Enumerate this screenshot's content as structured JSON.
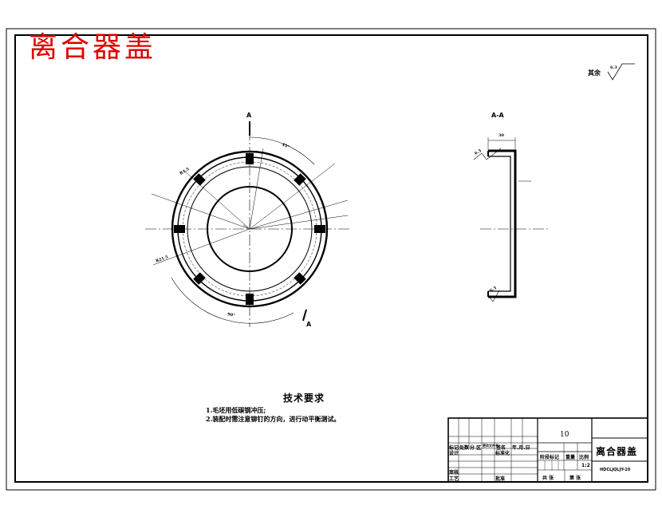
{
  "drawing": {
    "title": "离合器盖",
    "section_mark": "A",
    "section_view_label": "A-A",
    "roughness": {
      "label": "其余",
      "value": "6.3"
    },
    "dimensions": {
      "top_angle": "45°",
      "bottom_angle": "90°",
      "ring_ref_1": "R4.5",
      "ring_ref_2": "R21.5",
      "section_width": "30",
      "section_roughness_top": "6.3",
      "section_roughness_bottom": "6.3"
    }
  },
  "technical_requirements": {
    "heading": "技术要求",
    "items": [
      "1.毛坯用低碳钢冲压;",
      "2.装配时需注意铆钉的方向，进行动平衡测试。"
    ]
  },
  "title_block": {
    "part_number": "10",
    "part_name": "离合器盖",
    "scale": "1:2",
    "drawing_code": "HDCLJQLJY-10",
    "labels": {
      "row_change": [
        "标记",
        "处数",
        "分 区",
        "更改文件号",
        "签名",
        "年.月.日"
      ],
      "design": "设计",
      "standardize": "标准化",
      "review": "审核",
      "process": "工艺",
      "approve": "批准",
      "stage_mark": "阶段标记",
      "weight": "重量",
      "ratio": "比例",
      "total_sheets": "共 张",
      "sheet_no": "第 张"
    }
  }
}
